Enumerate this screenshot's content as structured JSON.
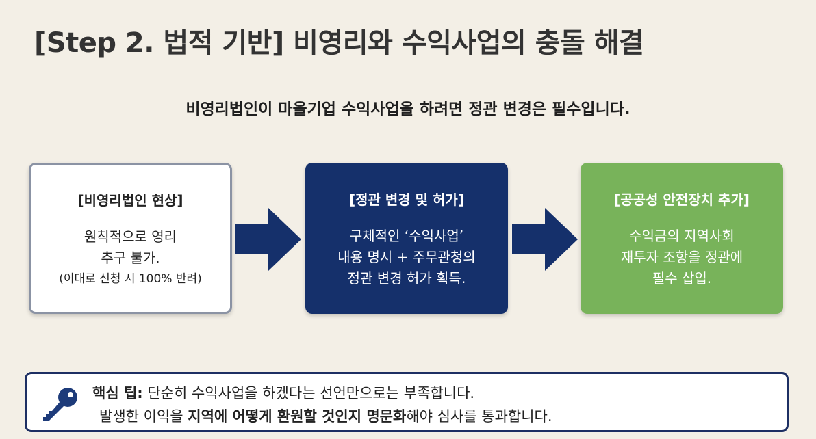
{
  "title": "[Step 2. 법적 기반] 비영리와 수익사업의 충돌 해결",
  "subtitle": "비영리법인이 마을기업 수익사업을 하려면 정관 변경은 필수입니다.",
  "steps": [
    {
      "heading": "[비영리법인 현상]",
      "lines": [
        "원칙적으로 영리",
        "추구 불가.",
        "(이대로 신청 시 100% 반려)"
      ]
    },
    {
      "heading": "[정관 변경 및 허가]",
      "lines": [
        "구체적인 ‘수익사업’",
        "내용 명시 + 주무관청의",
        "정관 변경 허가 획득."
      ]
    },
    {
      "heading": "[공공성 안전장치 추가]",
      "lines": [
        "수익금의 지역사회",
        "재투자 조항을 정관에",
        "필수 삽입."
      ]
    }
  ],
  "tip": {
    "label": "핵심 팁:",
    "line1_rest": " 단순히 수익사업을 하겠다는 선언만으로는 부족합니다.",
    "line2_pre": "발생한 이익을 ",
    "line2_bold": "지역에 어떻게 환원할 것인지 명문화",
    "line2_post": "해야 심사를 통과합니다."
  },
  "colors": {
    "background": "#f3efe6",
    "step1_border": "#8b93a4",
    "step2_fill": "#15306b",
    "step3_fill": "#78b35a",
    "arrow": "#15306b",
    "tip_border": "#1d2f63"
  },
  "icons": {
    "tip": "key-icon"
  }
}
